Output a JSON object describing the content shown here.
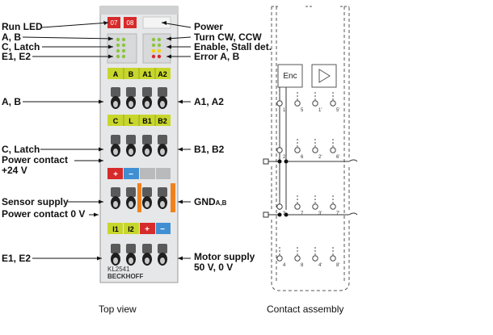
{
  "left_labels": {
    "run_led": "Run LED",
    "a_b_1": "A, B",
    "c_latch_1": "C, Latch",
    "e1_e2_1": "E1, E2",
    "a_b_2": "A, B",
    "c_latch_2": "C, Latch",
    "power_contact_1": "Power contact",
    "power_contact_1b": "+24 V",
    "sensor_supply": "Sensor supply",
    "power_contact_0v": "Power contact 0 V",
    "e1_e2_2": "E1, E2"
  },
  "right_labels": {
    "power": "Power",
    "turn": "Turn CW, CCW",
    "enable": "Enable, Stall det.",
    "error": "Error A, B",
    "a1_a2": "A1, A2",
    "b1_b2": "B1, B2",
    "gnd": "GND",
    "gnd_sub": "A,B",
    "motor_supply": "Motor supply",
    "motor_supply_b": "50 V, 0 V"
  },
  "module": {
    "led_run": "07",
    "led_b": "08",
    "row1": [
      "A",
      "B",
      "A1",
      "A2"
    ],
    "row2": [
      "C",
      "L",
      "B1",
      "B2"
    ],
    "row3": [
      "+",
      "−",
      "",
      ""
    ],
    "row4": [
      "I1",
      "I2",
      "+",
      "−"
    ],
    "model": "KL2541",
    "brand": "BECKHOFF"
  },
  "contact": {
    "enc": "Enc",
    "numbers_top": [
      "1",
      "5",
      "1'",
      "5'"
    ],
    "numbers_mid": [
      "2",
      "6",
      "2'",
      "6'"
    ],
    "numbers_low": [
      "3",
      "7",
      "3'",
      "7'"
    ],
    "numbers_bot": [
      "4",
      "8",
      "4'",
      "8'"
    ]
  },
  "captions": {
    "top_view": "Top view",
    "contact_assembly": "Contact assembly"
  }
}
